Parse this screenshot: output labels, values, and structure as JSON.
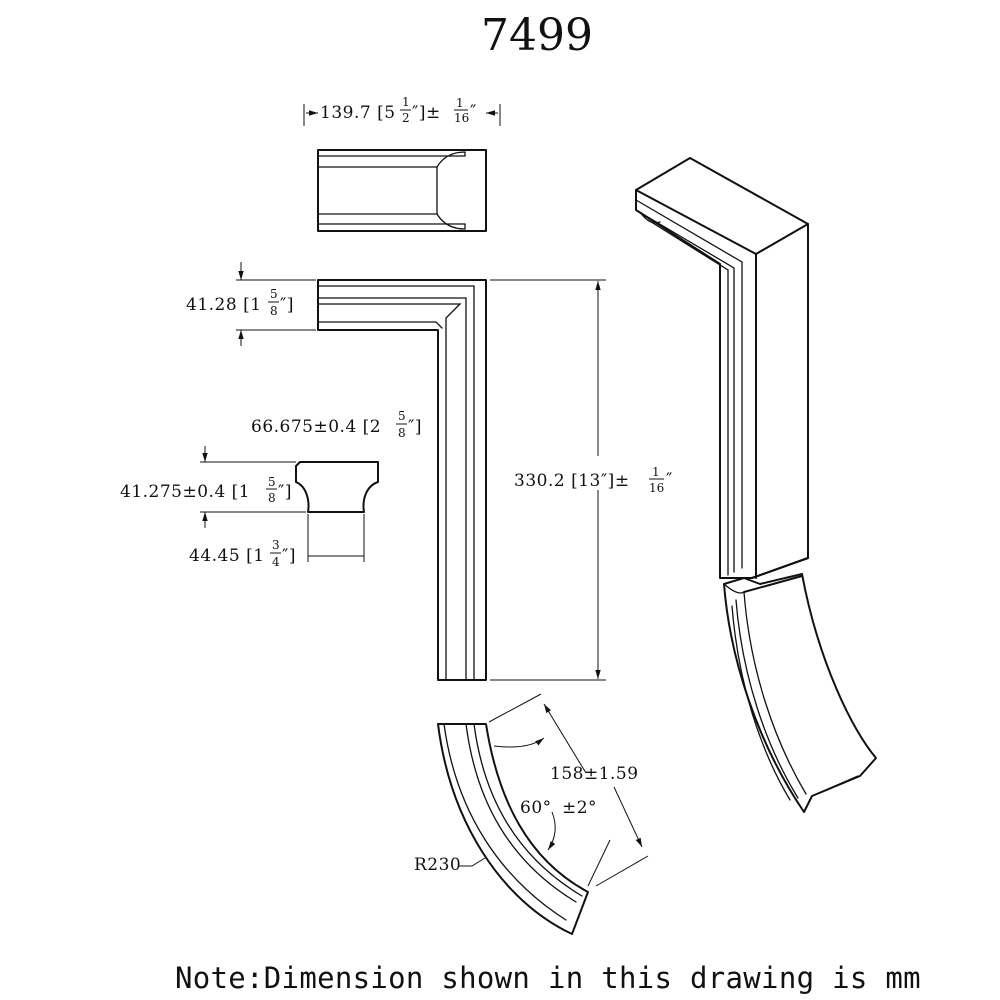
{
  "title": "7499",
  "dimensions": {
    "width_top": {
      "value": "139.7 [5",
      "frac_num": "1",
      "frac_den": "2",
      "suffix": "″]±",
      "tol_num": "1",
      "tol_den": "16",
      "tol_suffix": "″"
    },
    "height_arm": {
      "value": "41.28 [1",
      "frac_num": "5",
      "frac_den": "8",
      "suffix": "″]"
    },
    "profile_width": {
      "value": "66.675±0.4 [2",
      "frac_num": "5",
      "frac_den": "8",
      "suffix": "″]"
    },
    "profile_height": {
      "value": "41.275±0.4 [1",
      "frac_num": "5",
      "frac_den": "8",
      "suffix": "″]"
    },
    "profile_base": {
      "value": "44.45 [1",
      "frac_num": "3",
      "frac_den": "4",
      "suffix": "″]"
    },
    "length": {
      "value": "330.2 [13″]±",
      "tol_num": "1",
      "tol_den": "16",
      "tol_suffix": "″"
    },
    "arc_chord": "158±1.59",
    "angle": "60°",
    "angle_tol": "±2°",
    "radius": "R230"
  },
  "note": "Note:Dimension shown in this drawing is mm"
}
